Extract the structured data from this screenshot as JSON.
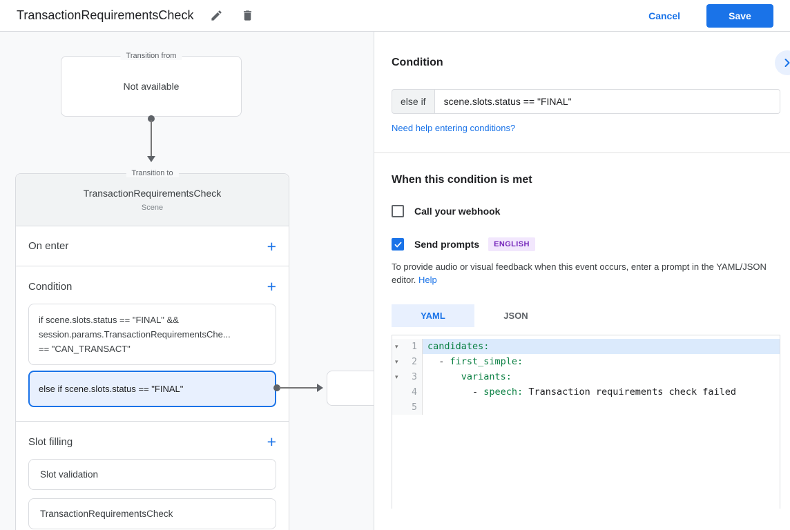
{
  "colors": {
    "accent_blue": "#1a73e8",
    "selected_condition_bg": "#e8f0fe",
    "selected_condition_border": "#1a73e8",
    "badge_bg": "#f2e7fd",
    "badge_text": "#7627bb",
    "code_key_green": "#0b8043",
    "code_line_highlight": "#dbeafc",
    "canvas_bg": "#f8f9fa"
  },
  "topbar": {
    "title": "TransactionRequirementsCheck",
    "cancel_label": "Cancel",
    "save_label": "Save"
  },
  "canvas": {
    "transition_from": {
      "label": "Transition from",
      "content": "Not available"
    },
    "transition_to": {
      "label": "Transition to",
      "scene_name": "TransactionRequirementsCheck",
      "scene_type": "Scene",
      "on_enter_label": "On enter",
      "condition": {
        "label": "Condition",
        "items": [
          {
            "selected": false,
            "lines": [
              "if scene.slots.status == \"FINAL\" &&",
              "session.params.TransactionRequirementsChe...",
              "== \"CAN_TRANSACT\""
            ]
          },
          {
            "selected": true,
            "lines": [
              "else if scene.slots.status == \"FINAL\""
            ]
          }
        ]
      },
      "slot_filling": {
        "label": "Slot filling",
        "items": [
          "Slot validation",
          "TransactionRequirementsCheck"
        ]
      }
    }
  },
  "panel": {
    "title": "Condition",
    "condition_prefix": "else if",
    "condition_value": "scene.slots.status == \"FINAL\"",
    "help_link": "Need help entering conditions?",
    "section_title": "When this condition is met",
    "webhook": {
      "label": "Call your webhook",
      "checked": false
    },
    "send_prompts": {
      "label": "Send prompts",
      "badge": "ENGLISH",
      "checked": true
    },
    "description": "To provide audio or visual feedback when this event occurs, enter a prompt in the YAML/JSON editor.",
    "description_link": "Help",
    "tabs": [
      {
        "label": "YAML",
        "active": true
      },
      {
        "label": "JSON",
        "active": false
      }
    ],
    "editor": {
      "lines": [
        {
          "num": "1",
          "fold": true,
          "highlight": true,
          "tokens": [
            {
              "c": "key",
              "t": "candidates:"
            }
          ]
        },
        {
          "num": "2",
          "fold": true,
          "highlight": false,
          "tokens": [
            {
              "c": "plain",
              "t": "  - "
            },
            {
              "c": "key",
              "t": "first_simple:"
            }
          ]
        },
        {
          "num": "3",
          "fold": true,
          "highlight": false,
          "tokens": [
            {
              "c": "plain",
              "t": "      "
            },
            {
              "c": "key",
              "t": "variants:"
            }
          ]
        },
        {
          "num": "4",
          "fold": false,
          "highlight": false,
          "tokens": [
            {
              "c": "plain",
              "t": "        - "
            },
            {
              "c": "key",
              "t": "speech:"
            },
            {
              "c": "plain",
              "t": " Transaction requirements check failed"
            }
          ]
        },
        {
          "num": "5",
          "fold": false,
          "highlight": false,
          "tokens": []
        }
      ]
    }
  }
}
